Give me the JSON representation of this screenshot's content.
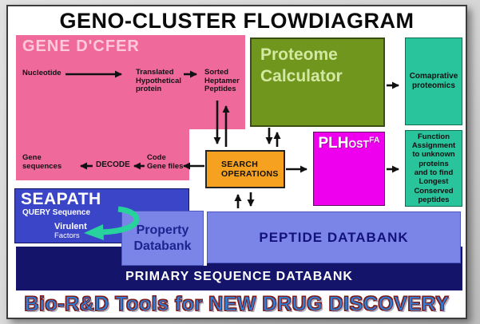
{
  "title": "GENO-CLUSTER FLOWDIAGRAM",
  "banner": "Bio-R&D Tools for NEW DRUG DISCOVERY",
  "colors": {
    "pink": "#ef6a9b",
    "olive_green": "#71961d",
    "teal": "#29c39c",
    "magenta": "#ee00ee",
    "orange": "#f6a11f",
    "royal_blue": "#3b45c8",
    "periwinkle": "#7b85e8",
    "navy": "#14146a",
    "banner_blue": "#2d7fd8",
    "banner_outline": "#7c1a1a",
    "arrow_black": "#111111",
    "curved_arrow_teal": "#27d29c"
  },
  "gene_dcfer": {
    "title": "GENE D'CFER",
    "nucleotide": "Nucleotide",
    "translated_protein": "Translated\nHypothetical\nprotein",
    "sorted_peptides": "Sorted\nHeptamer\nPeptides",
    "gene_sequences": "Gene\nsequences",
    "decode": "DECODE",
    "code_gene_files": "Code\nGene files"
  },
  "proteome_calculator": {
    "title": "Proteome\nCalculator"
  },
  "comparative_proteomics": {
    "label": "Comaprative\nproteomics"
  },
  "function_assignment": {
    "label": "Function\nAssignment\nto unknown\nproteins\nand to find\nLongest\nConserved\npeptides"
  },
  "plhost": {
    "prefix": "PLH",
    "smallcaps": "OST",
    "superscript": "FA"
  },
  "search_operations": {
    "label": "SEARCH\nOPERATIONS"
  },
  "seapath": {
    "title": "SEAPATH",
    "query_sequence": "QUERY Sequence",
    "virulent": "Virulent",
    "factors": "Factors"
  },
  "property_databank": {
    "label": "Property\nDatabank"
  },
  "peptide_databank": {
    "label": "PEPTIDE DATABANK"
  },
  "primary_databank": {
    "label": "PRIMARY SEQUENCE DATABANK"
  }
}
